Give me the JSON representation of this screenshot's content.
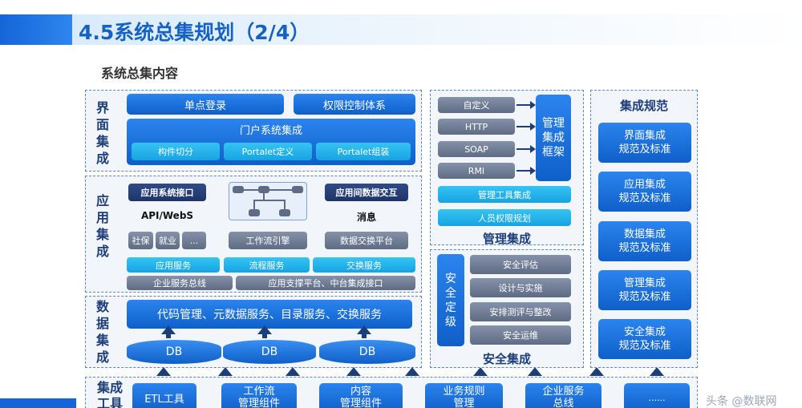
{
  "header": {
    "title": "4.5系统总集规划（2/4）",
    "subtitle": "系统总集内容"
  },
  "ui_integration": {
    "label": "界面集成",
    "sso": "单点登录",
    "access": "权限控制体系",
    "portal": "门户系统集成",
    "items": [
      "构件切分",
      "Portalet定义",
      "Portalet组装"
    ]
  },
  "app_integration": {
    "label": "应用集成",
    "interface": "应用系统接口",
    "api": "API/WebS",
    "subs": [
      "社保",
      "就业",
      "..."
    ],
    "workflow_engine": "工作流引擎",
    "data_exchange": "应用间数据交互",
    "message": "消息",
    "exchange_platform": "数据交换平台",
    "services": [
      "应用服务",
      "流程服务",
      "交换服务"
    ],
    "esb": "企业服务总线",
    "support": "应用支撑平台、中台集成接口"
  },
  "data_integration": {
    "label": "数据集成",
    "bar": "代码管理、元数据服务、目录服务、交换服务",
    "dbs": [
      "DB",
      "DB",
      "DB"
    ]
  },
  "tools": {
    "label": "集成工具",
    "items": [
      "ETL工具",
      "工作流\n管理组件",
      "内容\n管理组件",
      "业务规则\n管理",
      "企业服务\n总线",
      "......"
    ]
  },
  "management": {
    "protocols": [
      "自定义",
      "HTTP",
      "SOAP",
      "RMI"
    ],
    "framework": "管理集成框架",
    "tool": "管理工具集成",
    "personnel": "人员权限规划",
    "title": "管理集成"
  },
  "security": {
    "side": "安全定级",
    "items": [
      "安全评估",
      "设计与实施",
      "安排测评与整改",
      "安全运维"
    ],
    "title": "安全集成"
  },
  "specs": {
    "title": "集成规范",
    "items": [
      "界面集成\n规范及标准",
      "应用集成\n规范及标准",
      "数据集成\n规范及标准",
      "管理集成\n规范及标准",
      "安全集成\n规范及标准"
    ]
  },
  "watermark": "头条 @数联网"
}
